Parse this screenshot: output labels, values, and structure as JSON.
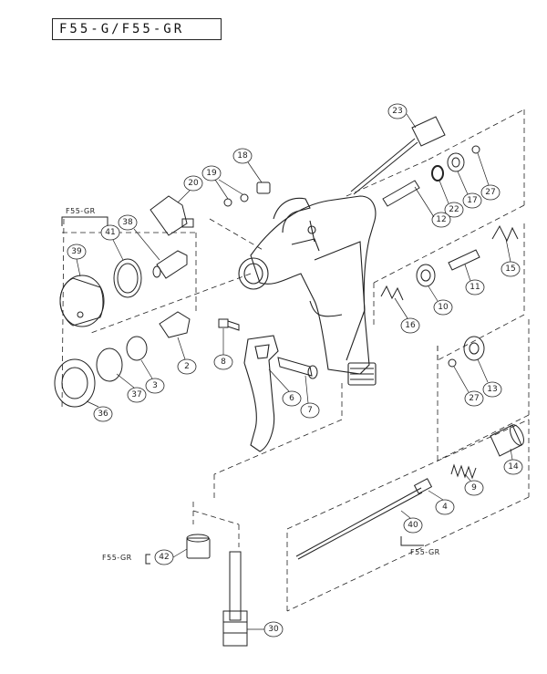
{
  "title": "F55-G/F55-GR",
  "variant_label": "F55-GR",
  "callouts": [
    "23",
    "18",
    "19",
    "20",
    "22",
    "17",
    "27",
    "38",
    "41",
    "39",
    "12",
    "15",
    "10",
    "11",
    "16",
    "2",
    "3",
    "37",
    "36",
    "8",
    "6",
    "7",
    "13",
    "27",
    "14",
    "9",
    "4",
    "40",
    "42",
    "30"
  ]
}
